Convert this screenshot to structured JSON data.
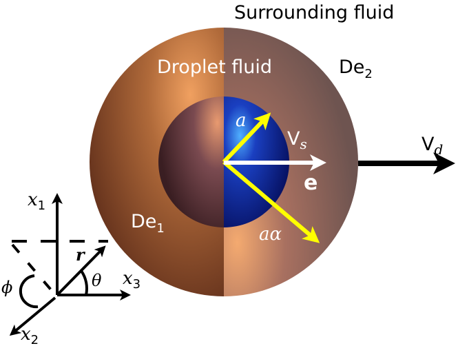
{
  "labels": {
    "surrounding_fluid": "Surrounding fluid",
    "droplet_fluid": "Droplet fluid",
    "de2": "De",
    "de2_sub": "2",
    "de1": "De",
    "de1_sub": "1",
    "a": "a",
    "a_alpha": "aα",
    "vs": "V",
    "vs_sub": "s",
    "e": "e",
    "vd": "V",
    "vd_sub": "d",
    "x1": "x",
    "x1_sub": "1",
    "x2": "x",
    "x2_sub": "2",
    "x3": "x",
    "x3_sub": "3",
    "r": "r",
    "theta": "θ",
    "phi": "ϕ"
  },
  "colors": {
    "yellow_arrow": "#ffff00",
    "inner_blue": "#0a1a8a",
    "outer_right": "#8a6458",
    "outer_left": "#8a4a2a"
  }
}
